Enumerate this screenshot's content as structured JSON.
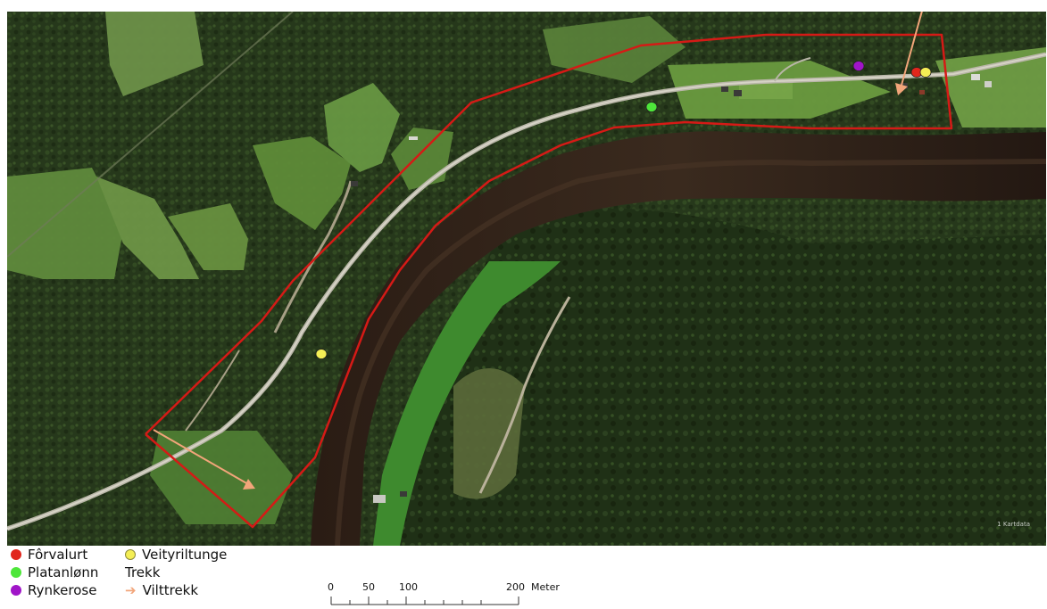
{
  "legend": {
    "col1": [
      {
        "label": "Fôrvalurt",
        "color": "#e1261c",
        "icon": "filled-circle"
      },
      {
        "label": "Platanlønn",
        "color": "#4ee63a",
        "icon": "filled-circle"
      },
      {
        "label": "Rynkerose",
        "color": "#a015c8",
        "icon": "filled-circle"
      }
    ],
    "col2": [
      {
        "label": "Veityriltunge",
        "color": "#f4ee55",
        "icon": "filled-circle"
      },
      {
        "label": "Trekk",
        "icon": "none"
      },
      {
        "label": "Vilttrekk",
        "color": "#f2a57a",
        "icon": "arrow"
      }
    ]
  },
  "scale_bar": {
    "labels": [
      "0",
      "50",
      "100",
      "200"
    ],
    "unit": "Meter"
  },
  "map": {
    "credit": "1 Kartdata",
    "boundary_color": "#d51a16",
    "arrow_color": "#f2a57a"
  }
}
